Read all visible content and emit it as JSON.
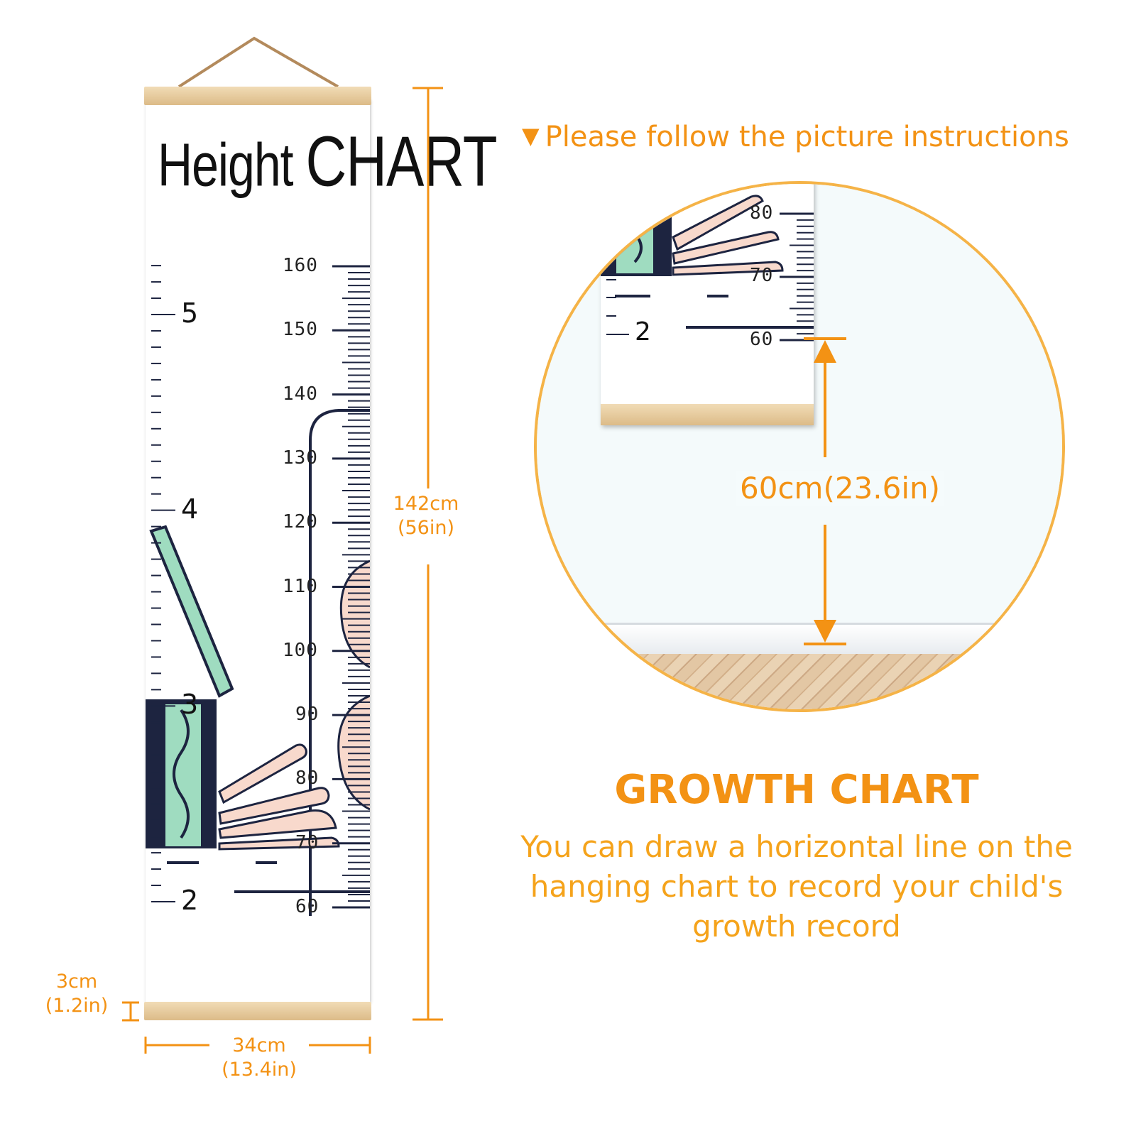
{
  "chart": {
    "title_small": "Height",
    "title_big": "CHART",
    "cm_labels": [
      "160",
      "150",
      "140",
      "130",
      "120",
      "110",
      "100",
      "90",
      "80",
      "70",
      "60"
    ],
    "ft_labels": [
      "5",
      "4",
      "3",
      "2"
    ]
  },
  "dimensions": {
    "height_cm": "142cm",
    "height_in": "(56in)",
    "width_cm": "34cm",
    "width_in": "(13.4in)",
    "bar_cm": "3cm",
    "bar_in": "(1.2in)"
  },
  "instructions": {
    "text": "Please follow the picture instructions",
    "icon": "triangle-down-icon"
  },
  "detail": {
    "cm_labels": [
      "80",
      "70",
      "60"
    ],
    "ft_label": "2",
    "mount_height": "60cm(23.6in)"
  },
  "growth": {
    "heading": "GROWTH CHART",
    "description": "You can draw a horizontal line on the hanging chart to record your child's growth record"
  },
  "colors": {
    "accent": "#f39214",
    "navy": "#1d2440",
    "mint": "#9fdcc0",
    "peach": "#f8d9cc",
    "wood": "#e8cfa4"
  }
}
